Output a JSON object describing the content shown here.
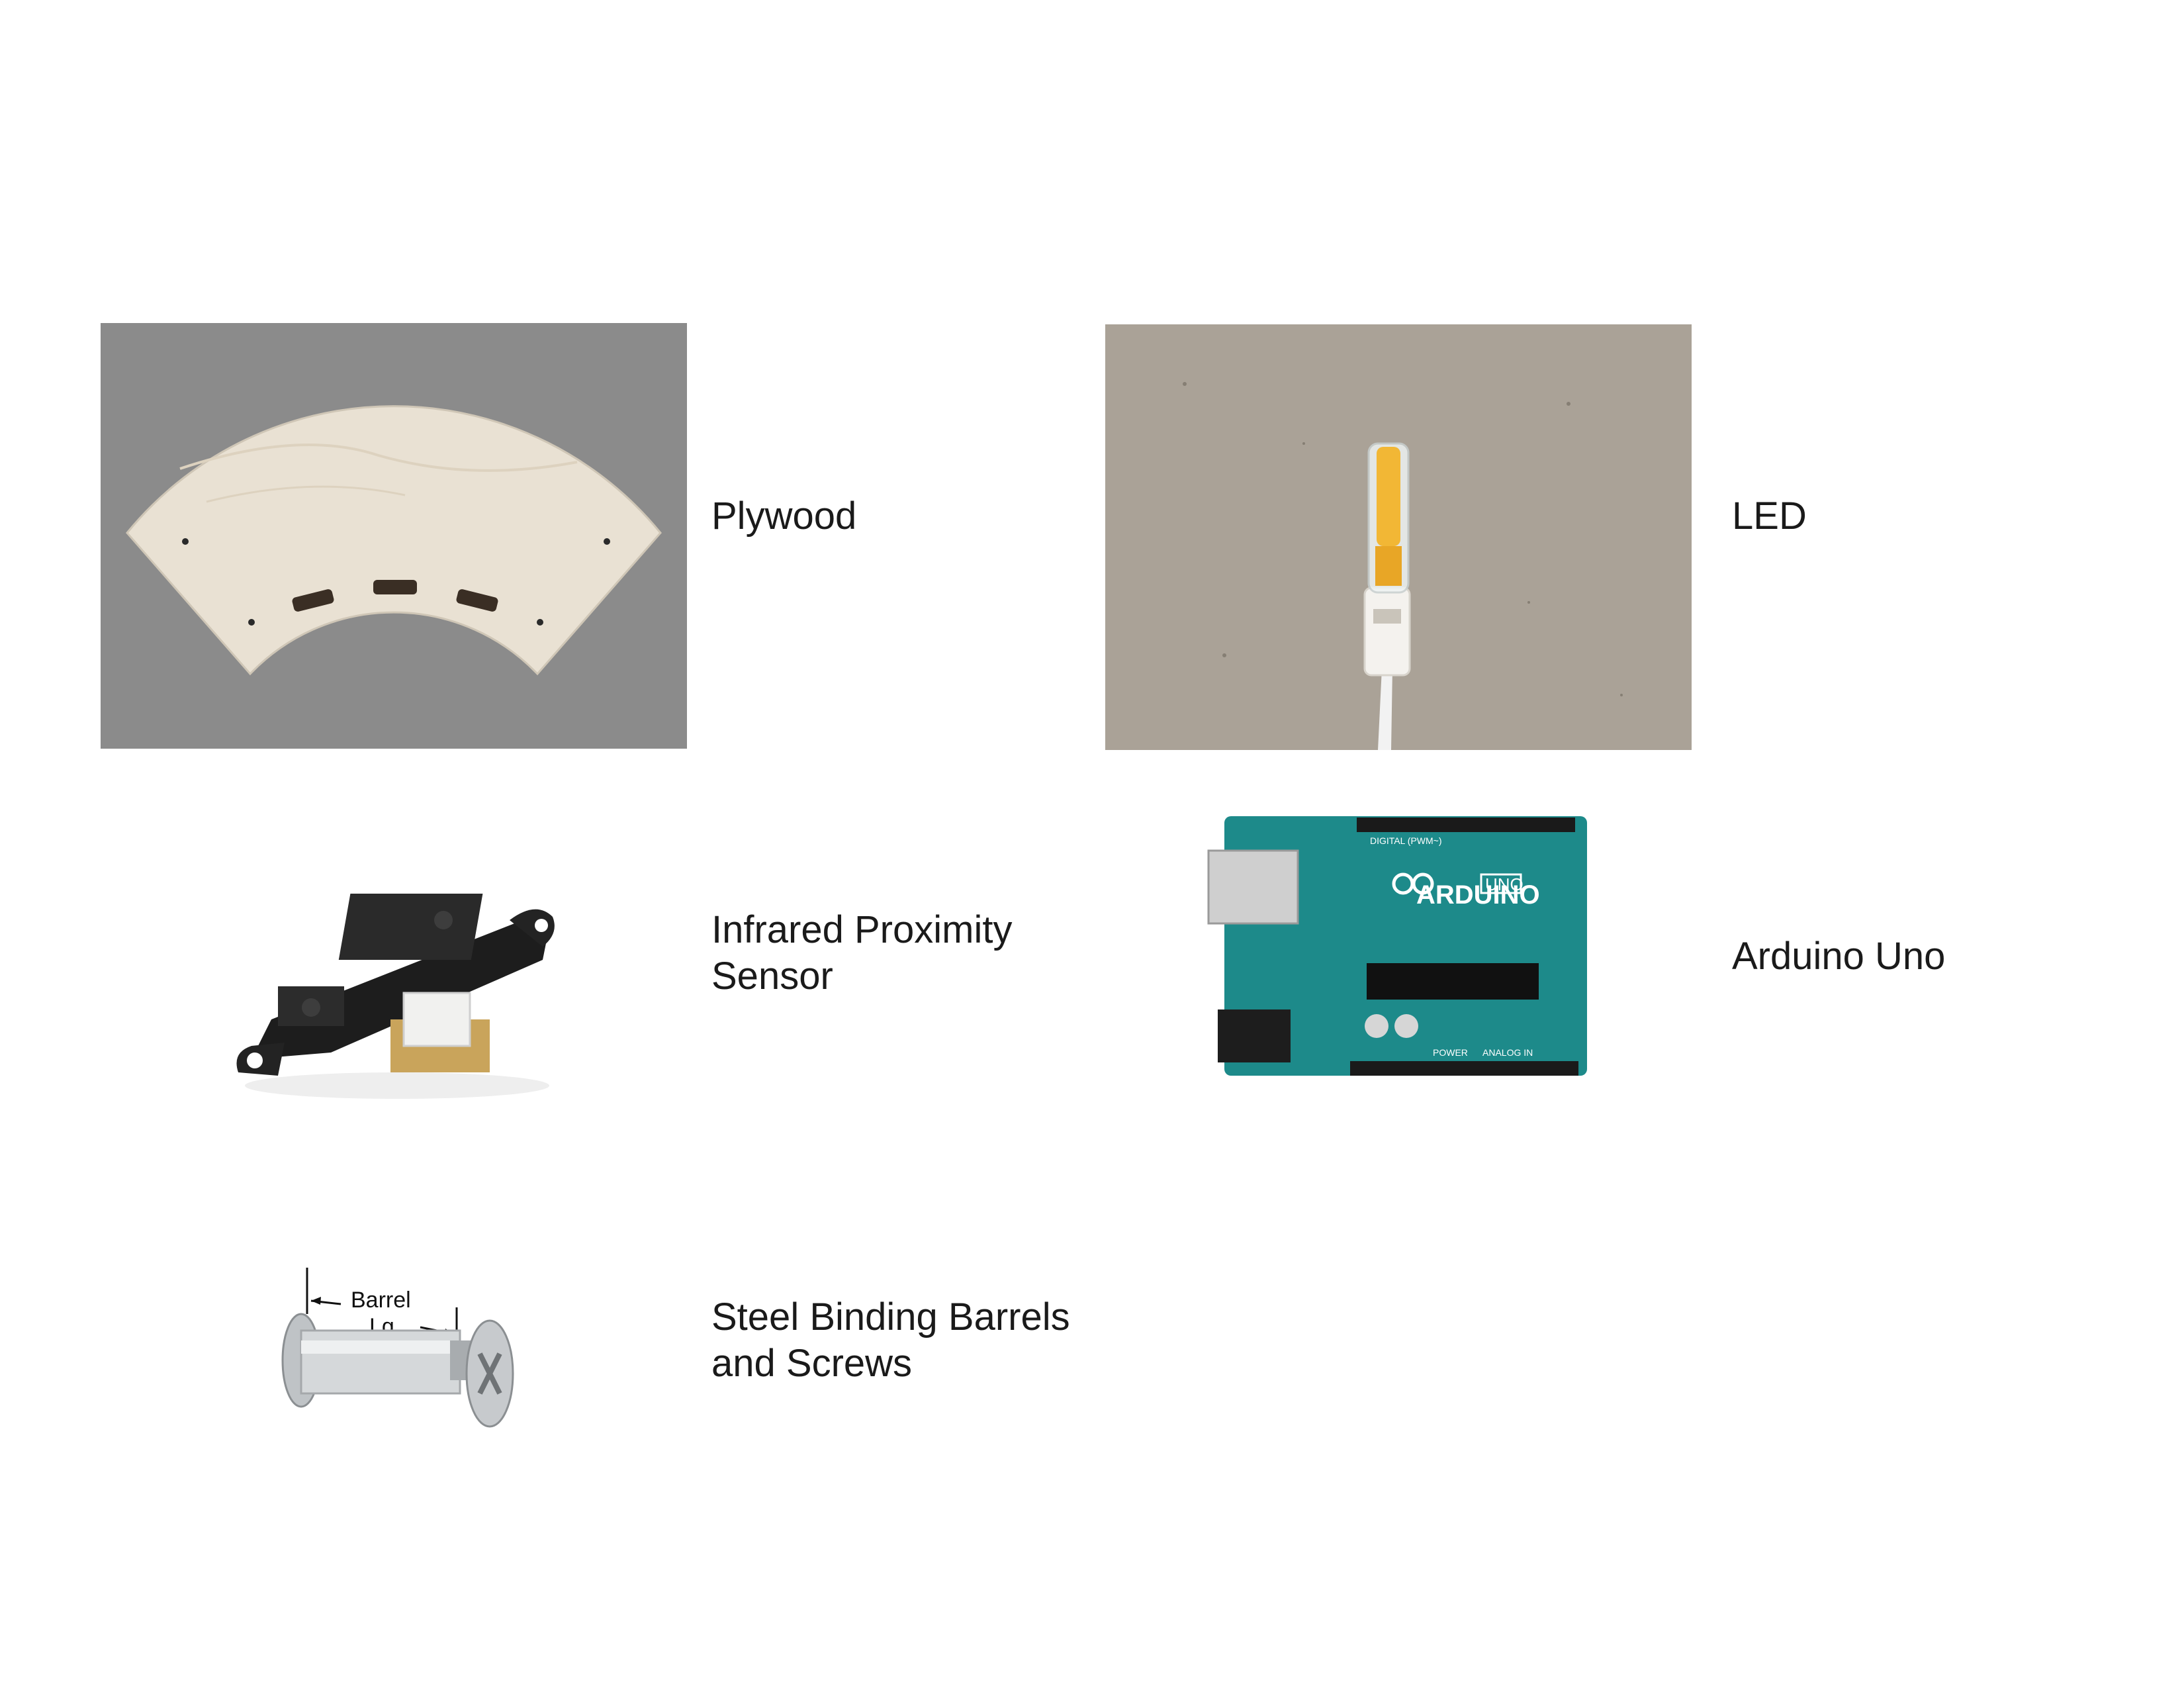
{
  "items": [
    {
      "id": "plywood",
      "lines": [
        "Plywood"
      ]
    },
    {
      "id": "led",
      "lines": [
        "LED"
      ]
    },
    {
      "id": "ir-sensor",
      "lines": [
        "Infrared Proximity",
        "Sensor"
      ]
    },
    {
      "id": "arduino",
      "lines": [
        "Arduino Uno"
      ]
    },
    {
      "id": "barrels",
      "lines": [
        "Steel Binding Barrels",
        "and Screws"
      ]
    }
  ],
  "arduino_board": {
    "brand": "ARDUINO",
    "model": "UNO",
    "digital": "DIGITAL (PWM~)",
    "power": "POWER",
    "analog": "ANALOG IN"
  },
  "barrel_diagram": {
    "label_line1": "Barrel",
    "label_line2": "Lg."
  },
  "colors": {
    "board": "#1d8a8a",
    "page": "#ffffff",
    "text": "#1a1a1a",
    "plywood": "#ebe3d6",
    "cardboard": "#aaa297",
    "gray_bg": "#8a8a8a"
  }
}
